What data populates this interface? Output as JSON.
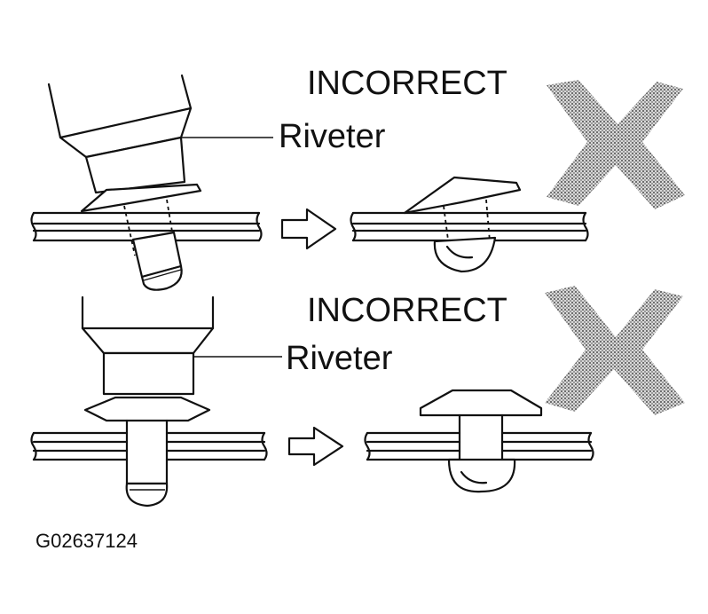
{
  "panels": [
    {
      "status_label": "INCORRECT",
      "tool_label": "Riveter",
      "status_mark": "cross-mark-icon"
    },
    {
      "status_label": "INCORRECT",
      "tool_label": "Riveter",
      "status_mark": "cross-mark-icon"
    }
  ],
  "figure_code": "G02637124",
  "colors": {
    "ink": "#111111",
    "cross_halftone": "#8a8a8a",
    "background": "#ffffff"
  }
}
